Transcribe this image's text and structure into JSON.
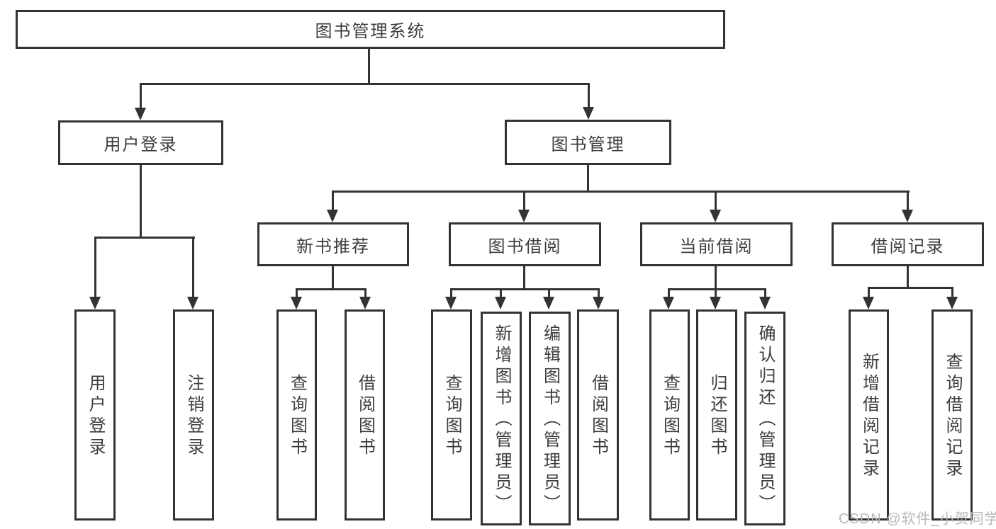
{
  "diagram": {
    "root": {
      "label": "图书管理系统"
    },
    "level1": {
      "user_login": {
        "label": "用户登录"
      },
      "book_management": {
        "label": "图书管理"
      }
    },
    "level2": {
      "new_book_recommend": {
        "label": "新书推荐"
      },
      "book_borrow": {
        "label": "图书借阅"
      },
      "current_borrow": {
        "label": "当前借阅"
      },
      "borrow_records": {
        "label": "借阅记录"
      }
    },
    "leaves": {
      "user_login": [
        "用户登录",
        "注销登录"
      ],
      "new_book_recommend": [
        "查询图书",
        "借阅图书"
      ],
      "book_borrow": [
        "查询图书",
        "新增图书（管理员）",
        "编辑图书（管理员）",
        "借阅图书"
      ],
      "current_borrow": [
        "查询图书",
        "归还图书",
        "确认归还（管理员）"
      ],
      "borrow_records": [
        "新增借阅记录",
        "查询借阅记录"
      ]
    },
    "watermark": "CSDN @软件_小贺同学",
    "colors": {
      "line": "#333333",
      "text": "#3d3d3d",
      "watermark": "#b9b9b9",
      "background": "#ffffff"
    }
  }
}
